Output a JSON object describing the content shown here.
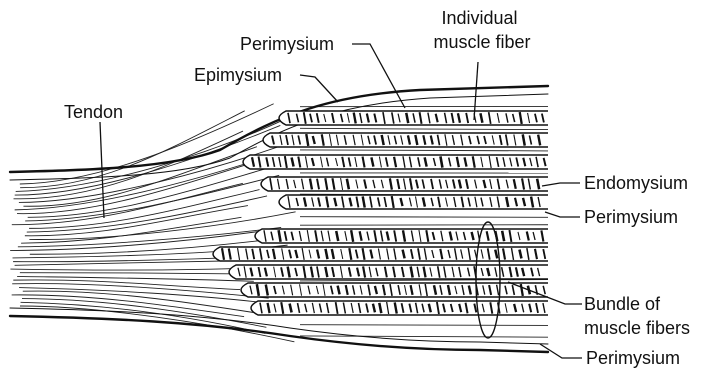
{
  "diagram": {
    "labels": {
      "individual_muscle_fiber": [
        "Individual",
        "muscle fiber"
      ],
      "perimysium_top": "Perimysium",
      "epimysium": "Epimysium",
      "tendon": "Tendon",
      "endomysium": "Endomysium",
      "perimysium_middle": "Perimysium",
      "bundle_of_muscle_fibers": [
        "Bundle of",
        "muscle fibers"
      ],
      "perimysium_bottom": "Perimysium"
    },
    "colors": {
      "ink": "#111111",
      "background": "#ffffff"
    }
  }
}
